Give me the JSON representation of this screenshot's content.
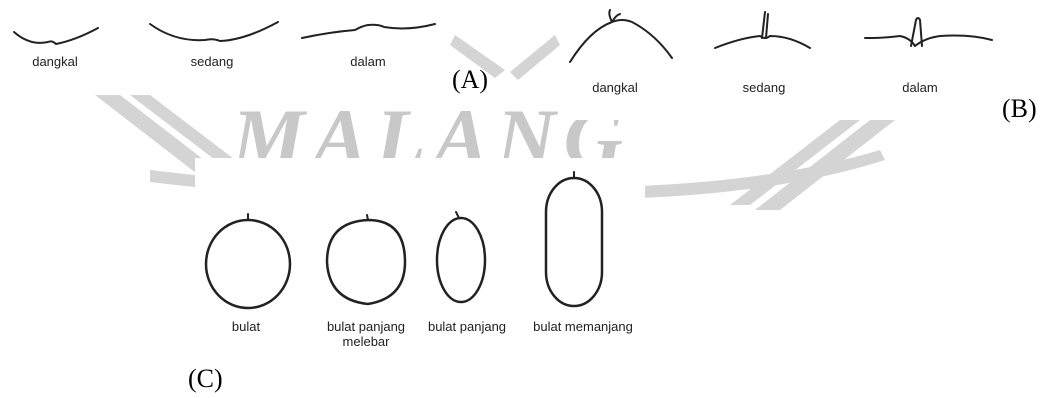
{
  "panel_a": {
    "tag": "(A)",
    "labels": [
      "dangkal",
      "sedang",
      "dalam"
    ]
  },
  "panel_b": {
    "tag": "(B)",
    "labels": [
      "dangkal",
      "sedang",
      "dalam"
    ]
  },
  "panel_c": {
    "tag": "(C)",
    "labels": [
      "bulat",
      "bulat panjang melebar",
      "bulat panjang",
      "bulat memanjang"
    ]
  },
  "watermark": {
    "text": "MALANG",
    "color": "#cfcfcf"
  }
}
